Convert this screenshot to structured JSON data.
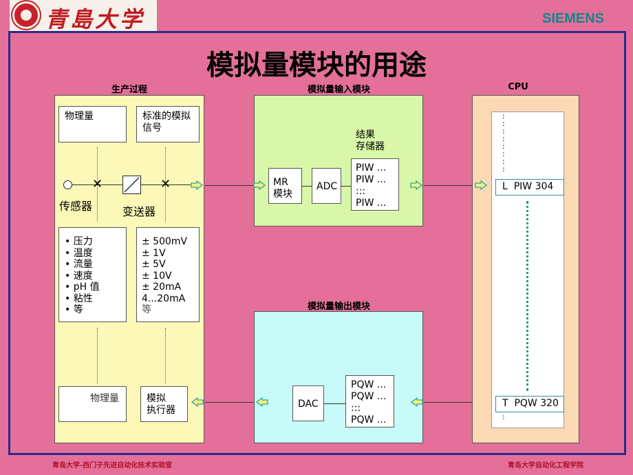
{
  "header": {
    "logo_text": "青島大学",
    "brand": "SIEMENS"
  },
  "title": "模拟量模块的用途",
  "sections": {
    "process": "生产过程",
    "input": "模拟量输入模块",
    "output": "模拟量输出模块",
    "cpu": "CPU"
  },
  "process": {
    "physical_top": "物理量",
    "standard_signal": "标准的模拟\n信号",
    "sensor": "传感器",
    "transmitter": "变送器",
    "quantities": [
      "压力",
      "温度",
      "流量",
      "速度",
      "pH 值",
      "粘性",
      "等"
    ],
    "signals": [
      "± 500mV",
      "± 1V",
      "± 5V",
      "± 10V",
      "± 20mA",
      "4...20mA",
      "等"
    ],
    "physical_bottom": "物理量",
    "actuator": "模拟\n执行器"
  },
  "input_module": {
    "mr": "MR\n模块",
    "adc": "ADC",
    "result_label": "结果\n存储器",
    "memory": "PIW ...\nPIW ...\n:::\nPIW ..."
  },
  "output_module": {
    "dac": "DAC",
    "memory": "PQW ...\nPQW ...\n:::\nPQW ..."
  },
  "cpu": {
    "piw": "L  PIW 304",
    "pqw": "T  PQW 320",
    "dots": ":\n:\n:\n:\n:\n:\n:\n:",
    "dot_bottom": ":"
  },
  "footer": {
    "left": "青岛大学-西门子先进自动化技术实验室",
    "right": "青岛大学自动化工程学院"
  }
}
